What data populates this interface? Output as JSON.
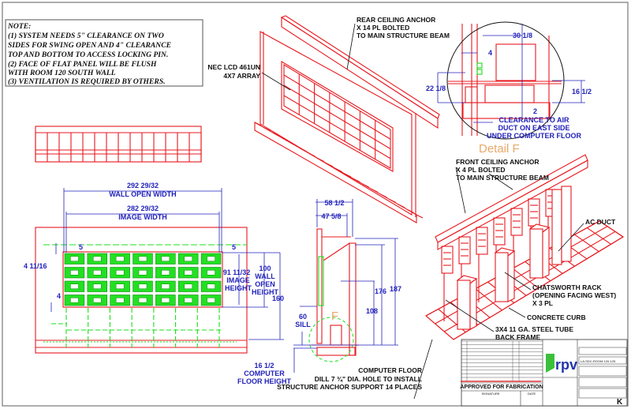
{
  "note": {
    "lines": [
      "NOTE:",
      "(1) SYSTEM NEEDS 5\" CLEARANCE ON TWO",
      "SIDES FOR SWING OPEN AND 4\"  CLEARANCE",
      "TOP AND BOTTOM TO ACCESS LOCKING PIN.",
      "(2) FACE OF FLAT PANEL WILL BE FLUSH",
      "WITH ROOM 120 SOUTH WALL",
      "(3) VENTILATION IS REQUIRED BY OTHERS."
    ]
  },
  "iso_rear": {
    "anchor_label": [
      "REAR CEILING ANCHOR",
      "X 14 PL BOLTED",
      "TO MAIN STRUCTURE BEAM"
    ],
    "display_label": [
      "NEC LCD 461UN",
      "4X7 ARRAY"
    ],
    "panel_rows": 4,
    "panel_cols": 7
  },
  "detail": {
    "dims": {
      "width": "30 1/8",
      "gap": "4",
      "left_height": "22 1/8",
      "right_height": "16 1/2",
      "clearance": "2"
    },
    "clearance_label": [
      "CLEARANCE TO AIR",
      "DUCT ON EAST SIDE",
      "UNDER COMPUTER FLOOR"
    ],
    "title": "Detail  F"
  },
  "front_elevation": {
    "wall_open_width": "292 29/32",
    "wall_open_width_label": "WALL OPEN WIDTH",
    "image_width": "282 29/32",
    "image_width_label": "IMAGE WIDTH",
    "side_clearance": "5",
    "top_offset": "4 11/16",
    "bottom_offset": "4",
    "image_height": "91 11/32",
    "image_height_label": [
      "IMAGE",
      "HEIGHT"
    ],
    "wall_open_height": "100",
    "wall_open_height_label": [
      "WALL",
      "OPEN",
      "HEIGHT"
    ],
    "total_height": "160",
    "floor_height": "16 1/2",
    "floor_height_label": [
      "COMPUTER",
      "FLOOR HEIGHT"
    ]
  },
  "section": {
    "depth_outer": "58 1/2",
    "depth_inner": "47 5/8",
    "h187": "187",
    "h176": "176",
    "h108": "108",
    "sill": "60",
    "sill_label": "SILL",
    "detail_marker": "F",
    "floor_label": "COMPUTER FLOOR",
    "drill_note": [
      "DILL 7 ¾\" DIA. HOLE TO INSTALL",
      "STRUCTURE ANCHOR SUPPORT 14 PLACES"
    ]
  },
  "iso_front": {
    "anchor_label": [
      "FRONT CEILING ANCHOR",
      "X 4 PL BOLTED",
      "TO MAIN STRUCTURE BEAM"
    ],
    "ac_duct": "AC DUCT",
    "rack_label": [
      "CHATSWORTH RACK",
      "(OPENING FACING WEST)",
      "X 3 PL"
    ],
    "curb_label": "CONCRETE CURB",
    "frame_label": [
      "3X4 11 GA. STEEL TUBE",
      "BACK FRAME"
    ]
  },
  "title_block": {
    "approved": "APPROVED FOR FABRICATION",
    "signature": "SIGNATURE",
    "date": "DATE",
    "logo": "rpv",
    "project": "LA-SDC-ROOM 120-125",
    "sheet": "K"
  },
  "colors": {
    "structure": "#e8191f",
    "displays": "#19e019",
    "dimensions": "#2222bb",
    "detail": "#e8a868"
  }
}
